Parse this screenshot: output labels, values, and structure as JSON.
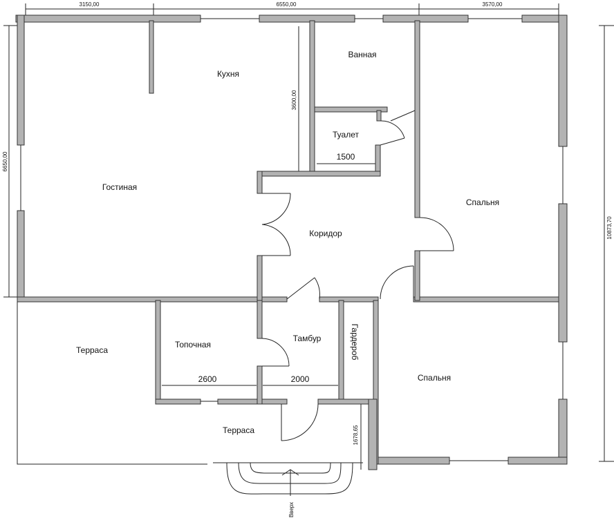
{
  "rooms": {
    "kitchen": "Кухня",
    "bathroom": "Ванная",
    "toilet": "Туалет",
    "living": "Гостиная",
    "bedroom_top": "Спальня",
    "corridor": "Коридор",
    "terrace_left": "Терраса",
    "boiler": "Топочная",
    "vestibule": "Тамбур",
    "wardrobe": "Гардероб",
    "bedroom_bottom": "Спальня",
    "terrace_bottom": "Терраса"
  },
  "dimensions": {
    "top_left": "3150,00",
    "top_middle": "6550,00",
    "top_right": "3570,00",
    "left_height": "6650,00",
    "right_height": "10873,70",
    "kitchen_wall": "3600,00",
    "toilet_width": "1500",
    "boiler_width": "2600",
    "vestibule_width": "2000",
    "porch_depth": "1678,65"
  },
  "stairs_label": "Вверх",
  "colors": {
    "wall_fill": "#b3b3b3",
    "wall_stroke": "#333333"
  }
}
